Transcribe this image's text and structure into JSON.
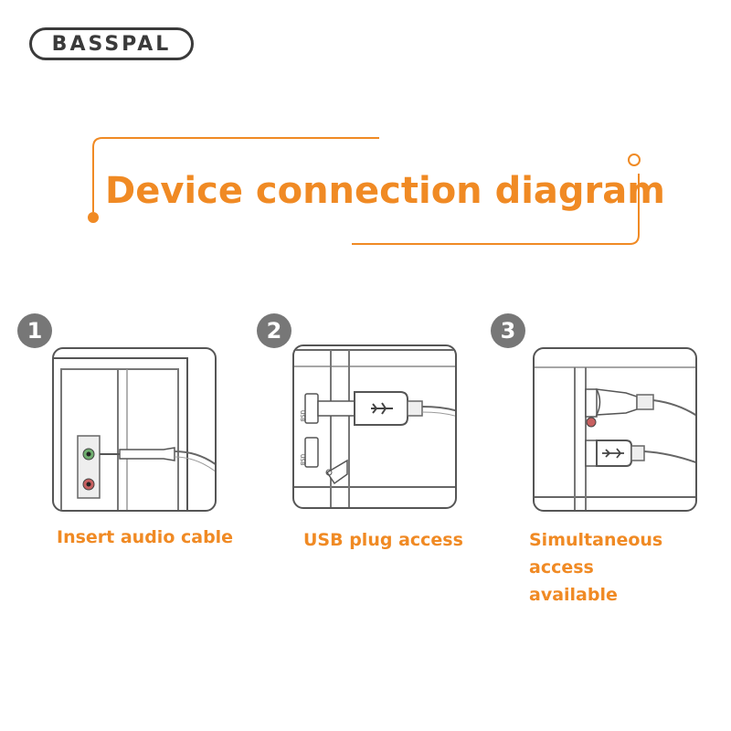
{
  "brand": {
    "logo_text": "BASSPAL"
  },
  "heading": {
    "title": "Device connection diagram"
  },
  "accent_color": "#f08a24",
  "steps": [
    {
      "number": "1",
      "caption": "Insert audio cable",
      "icon": "audio-jack-icon"
    },
    {
      "number": "2",
      "caption": "USB plug access",
      "icon": "usb-plug-icon",
      "port_labels": [
        "USB",
        "USB"
      ]
    },
    {
      "number": "3",
      "caption_line1": "Simultaneous access",
      "caption_line2": "available",
      "icon": "audio-and-usb-icon"
    }
  ]
}
